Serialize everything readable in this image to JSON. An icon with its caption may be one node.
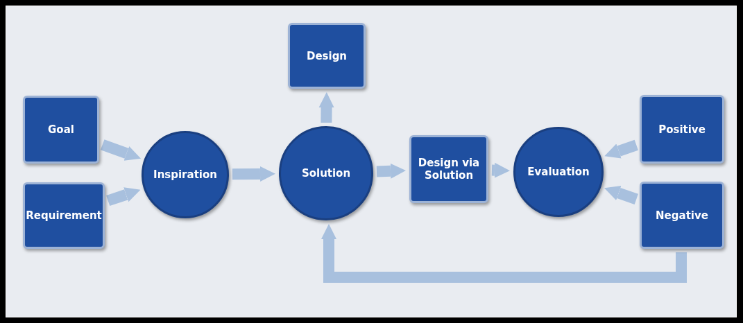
{
  "diagram": {
    "nodes": [
      {
        "text": [
          "Goal"
        ]
      },
      {
        "text": [
          "Requirement"
        ]
      },
      {
        "text": [
          "Inspiration"
        ]
      },
      {
        "text": [
          "Design"
        ]
      },
      {
        "text": [
          "Solution"
        ]
      },
      {
        "text": [
          "Design via Solution"
        ]
      },
      {
        "text": [
          "Evaluation"
        ]
      },
      {
        "text": [
          "Positive"
        ]
      },
      {
        "text": [
          "Negative"
        ]
      }
    ],
    "edges": [
      {
        "from": 0,
        "to": 2,
        "arrow": "to"
      },
      {
        "from": 1,
        "to": 2,
        "arrow": "to"
      },
      {
        "from": 2,
        "to": 4,
        "arrow": "to"
      },
      {
        "from": 4,
        "to": 3,
        "arrow": "to"
      },
      {
        "from": 4,
        "to": 5,
        "arrow": "to"
      },
      {
        "from": 5,
        "to": 6,
        "arrow": "to"
      },
      {
        "from": 7,
        "to": 6,
        "arrow": "to"
      },
      {
        "from": 8,
        "to": 6,
        "arrow": "to"
      },
      {
        "from": 8,
        "to": 4,
        "arrow": "to"
      }
    ]
  }
}
